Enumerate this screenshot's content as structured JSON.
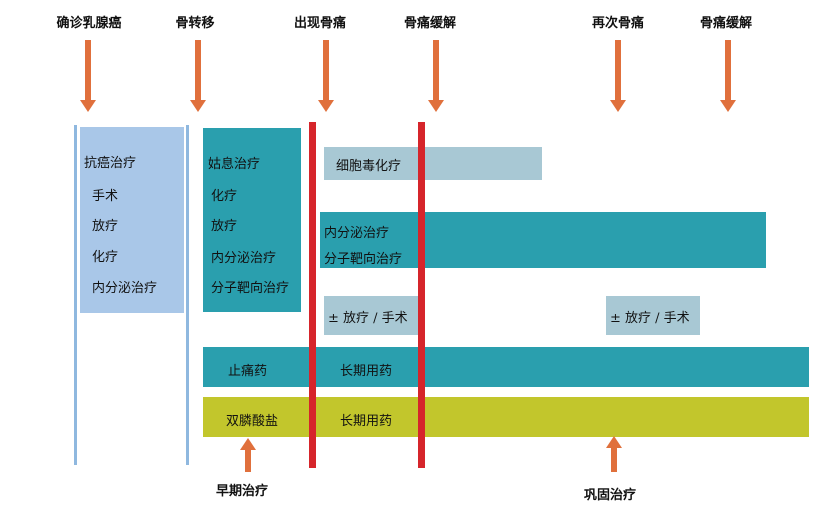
{
  "events": [
    {
      "id": "diagnosis",
      "label": "确诊乳腺癌"
    },
    {
      "id": "metastasis",
      "label": "骨转移"
    },
    {
      "id": "pain",
      "label": "出现骨痛"
    },
    {
      "id": "relief",
      "label": "骨痛缓解"
    },
    {
      "id": "recur",
      "label": "再次骨痛"
    },
    {
      "id": "relief2",
      "label": "骨痛缓解"
    }
  ],
  "anticancer": {
    "title": "抗癌治疗",
    "items": [
      "手术",
      "放疗",
      "化疗",
      "内分泌治疗"
    ]
  },
  "palliative": {
    "title": "姑息治疗",
    "items": [
      "化疗",
      "放疗",
      "内分泌治疗",
      "分子靶向治疗"
    ]
  },
  "bars": {
    "cytotoxic": "细胞毒化疗",
    "endocrine": "内分泌治疗",
    "targeted": "分子靶向治疗",
    "radio1": "± 放疗 / 手术",
    "radio2": "± 放疗 / 手术",
    "analgesic": "止痛药",
    "analgesic_long": "长期用药",
    "bisphos": "双膦酸盐",
    "bisphos_long": "长期用药"
  },
  "bottom": {
    "early": "早期治疗",
    "consolidate": "巩固治疗"
  },
  "colors": {
    "arrow": "#e0703c",
    "red_line": "#d6252b",
    "light_blue": "#a9c7e8",
    "teal": "#2a9fae",
    "pale_teal": "#a8c8d4",
    "olive": "#c2c62c"
  }
}
